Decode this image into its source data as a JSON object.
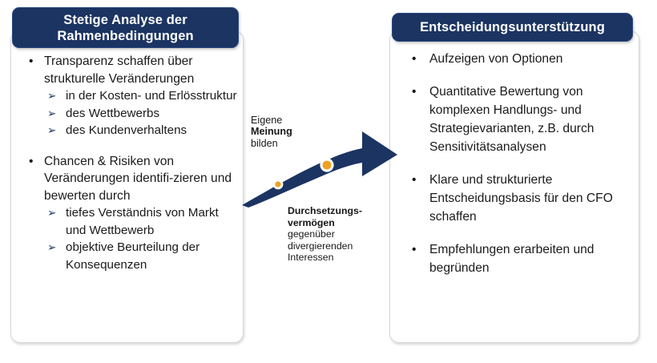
{
  "left_panel": {
    "header": {
      "line1": "Stetige Analyse der",
      "line2": "Rahmenbedingungen"
    },
    "bullet_char": "•",
    "sub_char": "➢",
    "groups": [
      {
        "main": "Transparenz schaffen über strukturelle Veränderungen",
        "subs": [
          "in der Kosten- und Erlösstruktur",
          "des Wettbewerbs",
          "des Kundenverhaltens"
        ]
      },
      {
        "main": "Chancen & Risiken von Veränderungen identifi-zieren und bewerten durch",
        "subs": [
          "tiefes Verständnis von Markt und Wettbewerb",
          "objektive Beurteilung der Konsequenzen"
        ]
      }
    ]
  },
  "right_panel": {
    "header": {
      "line1": "Entscheidungsunterstützung"
    },
    "bullet_char": "•",
    "items": [
      "Aufzeigen von Optionen",
      "Quantitative Bewertung von komplexen Handlungs- und Strategievarianten, z.B. durch Sensitivitätsanalysen",
      "Klare und strukturierte Entscheidungsbasis für den CFO schaffen",
      "Empfehlungen erarbeiten und begründen"
    ]
  },
  "arrow": {
    "label_top": {
      "line1": "Eigene",
      "line2": "Meinung",
      "line3": "bilden"
    },
    "label_bottom": {
      "line1": "Durchsetzungs-",
      "line2": "vermögen",
      "line3": "gegenüber",
      "line4": "divergierenden",
      "line5": "Interessen"
    },
    "milestone_count": 2
  },
  "colors": {
    "navy": "#1B3462",
    "gold": "#F0A01E",
    "panel_border": "#D8D8D8",
    "text": "#1A1A1A",
    "white": "#FFFFFF"
  }
}
